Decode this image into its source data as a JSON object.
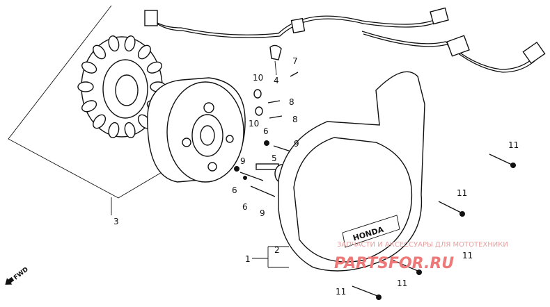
{
  "callouts": [
    {
      "id": "c1",
      "text": "1"
    },
    {
      "id": "c2",
      "text": "2"
    },
    {
      "id": "c3",
      "text": "3"
    },
    {
      "id": "c4",
      "text": "4"
    },
    {
      "id": "c5",
      "text": "5"
    },
    {
      "id": "c6a",
      "text": "6"
    },
    {
      "id": "c6b",
      "text": "6"
    },
    {
      "id": "c6c",
      "text": "6"
    },
    {
      "id": "c7",
      "text": "7"
    },
    {
      "id": "c8a",
      "text": "8"
    },
    {
      "id": "c8b",
      "text": "8"
    },
    {
      "id": "c9a",
      "text": "9"
    },
    {
      "id": "c9b",
      "text": "9"
    },
    {
      "id": "c9c",
      "text": "9"
    },
    {
      "id": "c10a",
      "text": "10"
    },
    {
      "id": "c10b",
      "text": "10"
    },
    {
      "id": "c11a",
      "text": "11"
    },
    {
      "id": "c11b",
      "text": "11"
    },
    {
      "id": "c11c",
      "text": "11"
    },
    {
      "id": "c11d",
      "text": "11"
    },
    {
      "id": "c11e",
      "text": "11"
    }
  ],
  "cover_logo": "HONDA",
  "direction_marker": "FWD",
  "watermark": {
    "line1": "ЗАПЧАСТИ И АКСЕССУАРЫ ДЛЯ МОТОТЕХНИКИ",
    "line2": "PARTSFOR.RU"
  }
}
